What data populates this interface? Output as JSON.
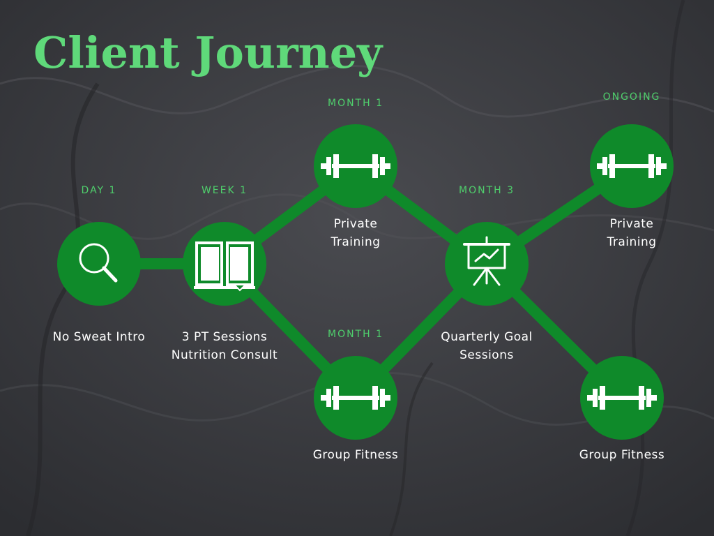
{
  "title": "Client Journey",
  "colors": {
    "title": "#5fd97a",
    "accent": "#0f8a2a",
    "label": "#4fcf6c",
    "caption": "#ffffff",
    "background": "#3a3b40"
  },
  "steps": [
    {
      "id": "intro",
      "label": "DAY 1",
      "icon": "search-icon",
      "caption": [
        "No Sweat Intro"
      ]
    },
    {
      "id": "week1",
      "label": "WEEK 1",
      "icon": "book-icon",
      "caption": [
        "3 PT Sessions",
        "Nutrition Consult"
      ]
    },
    {
      "id": "pt-m1",
      "label": "MONTH 1",
      "icon": "barbell-icon",
      "caption": [
        "Private",
        "Training"
      ]
    },
    {
      "id": "gf-m1",
      "label": "MONTH 1",
      "icon": "barbell-icon",
      "caption": [
        "Group Fitness"
      ]
    },
    {
      "id": "goals",
      "label": "MONTH 3",
      "icon": "presentation-chart-icon",
      "caption": [
        "Quarterly Goal",
        "Sessions"
      ]
    },
    {
      "id": "pt-on",
      "label": "ONGOING",
      "icon": "barbell-icon",
      "caption": [
        "Private",
        "Training"
      ]
    },
    {
      "id": "gf-on",
      "label": "",
      "icon": "barbell-icon",
      "caption": [
        "Group Fitness"
      ]
    }
  ],
  "connections": [
    [
      "intro",
      "week1"
    ],
    [
      "week1",
      "pt-m1"
    ],
    [
      "week1",
      "gf-m1"
    ],
    [
      "pt-m1",
      "goals"
    ],
    [
      "gf-m1",
      "goals"
    ],
    [
      "goals",
      "pt-on"
    ],
    [
      "goals",
      "gf-on"
    ]
  ]
}
